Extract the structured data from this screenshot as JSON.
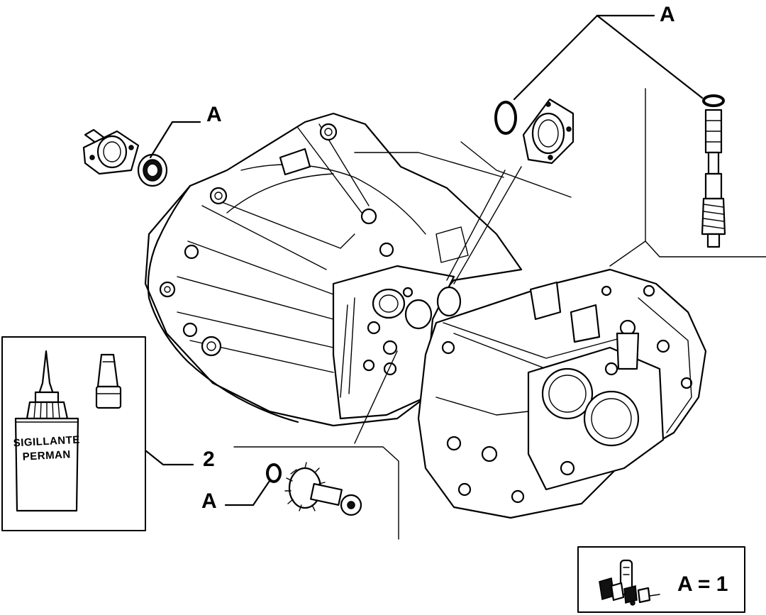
{
  "callouts": {
    "top_right": "A",
    "upper_left": "A",
    "bottom_center": "A",
    "part_sealant": "2"
  },
  "sealant_tube": {
    "line1": "SIGILLANTE",
    "line2": "PERMAN"
  },
  "kit_legend": {
    "text": "A = 1"
  }
}
